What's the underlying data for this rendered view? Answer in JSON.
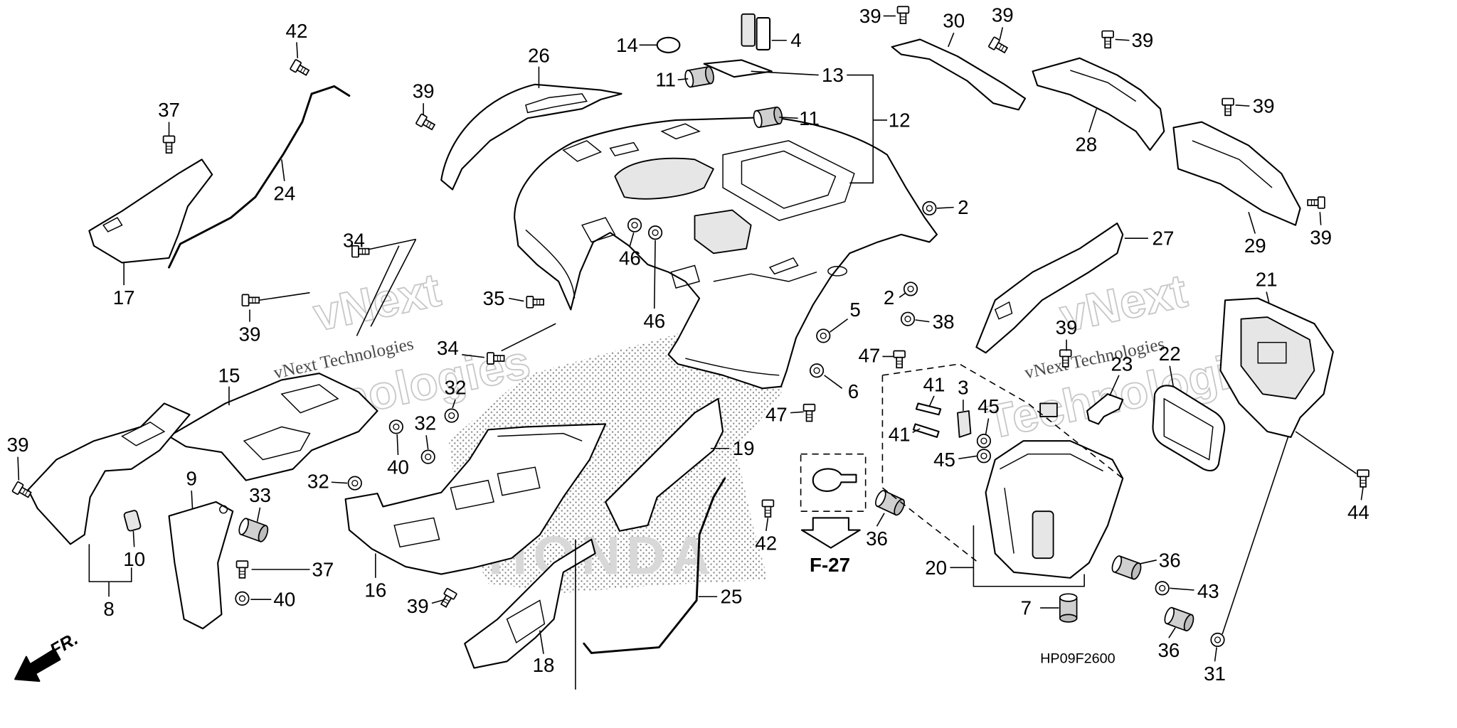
{
  "diagram": {
    "callouts": [
      "42",
      "37",
      "24",
      "17",
      "34",
      "39",
      "15",
      "39",
      "10",
      "8",
      "9",
      "33",
      "37",
      "40",
      "32",
      "16",
      "39",
      "40",
      "32",
      "32",
      "34",
      "35",
      "18",
      "25",
      "42",
      "19",
      "39",
      "26",
      "14",
      "4",
      "11",
      "13",
      "11",
      "12",
      "46",
      "46",
      "2",
      "2",
      "5",
      "38",
      "47",
      "6",
      "47",
      "36",
      "39",
      "30",
      "39",
      "39",
      "28",
      "39",
      "29",
      "39",
      "27",
      "21",
      "22",
      "23",
      "39",
      "41",
      "3",
      "45",
      "41",
      "45",
      "44",
      "20",
      "36",
      "43",
      "7",
      "36",
      "31"
    ],
    "figure_code": "HP09F2600",
    "reference_arrow_label": "F-27",
    "front_arrow_label": "FR."
  },
  "watermark": {
    "small": "vNext Technologies",
    "large_line1": "vNext",
    "large_line2": "Technologies"
  },
  "background_logo": "HONDA"
}
